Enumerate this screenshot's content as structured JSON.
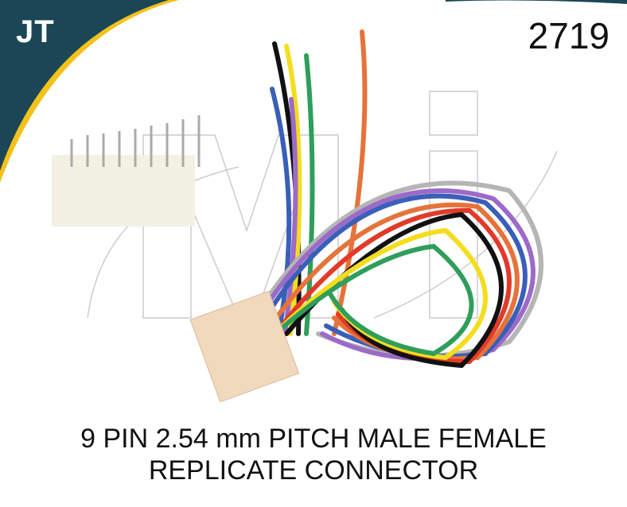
{
  "brand": "JT",
  "product_code": "2719",
  "watermark": "Mi",
  "caption": {
    "line1": "9 PIN 2.54 mm PITCH MALE FEMALE",
    "line2": "REPLICATE CONNECTOR"
  },
  "colors": {
    "corner": "#1b4655",
    "accent": "#f2c21b",
    "wires": [
      "#000000",
      "#f3dd1e",
      "#2f9e5b",
      "#e5733a",
      "#3a5fb8",
      "#9c6ac8",
      "#b5b5b5",
      "#e23a2a",
      "#7a4a2a"
    ]
  }
}
